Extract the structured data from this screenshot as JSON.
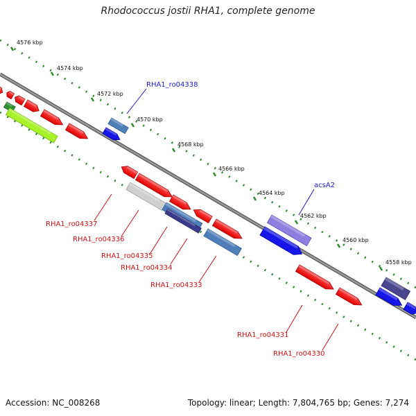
{
  "title": "Rhodococcus jostii RHA1, complete genome",
  "footer": {
    "accession": "Accession: NC_008268",
    "topology": "Topology: linear; Length: 7,804,765 bp; Genes: 7,274"
  },
  "colors": {
    "backbone": "#888888",
    "scale_dots": "#2a8a2a",
    "label_upper": "#1a1acc",
    "label_lower": "#cc1111"
  },
  "ticks": [
    "4576 kbp",
    "4574 kbp",
    "4572 kbp",
    "4570 kbp",
    "4568 kbp",
    "4566 kbp",
    "4564 kbp",
    "4562 kbp",
    "4560 kbp",
    "4558 kbp"
  ],
  "gene_labels_upper": [
    "RHA1_ro04338",
    "acsA2"
  ],
  "gene_labels_lower": [
    "RHA1_ro04337",
    "RHA1_ro04336",
    "RHA1_ro04335",
    "RHA1_ro04334",
    "RHA1_ro04333",
    "RHA1_ro04331",
    "RHA1_ro04330"
  ]
}
